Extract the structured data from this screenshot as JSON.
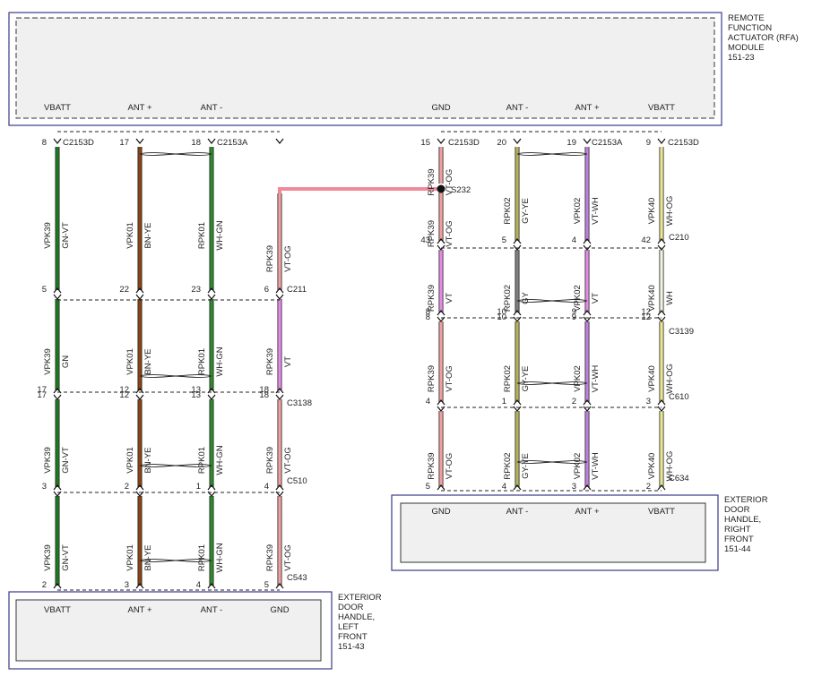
{
  "modules": {
    "rfa": [
      "REMOTE",
      "FUNCTION",
      "ACTUATOR (RFA)",
      "MODULE",
      "151-23"
    ],
    "rf": [
      "EXTERIOR",
      "DOOR",
      "HANDLE,",
      "RIGHT",
      "FRONT",
      "151-44"
    ],
    "lf": [
      "EXTERIOR",
      "DOOR",
      "HANDLE,",
      "LEFT",
      "FRONT",
      "151-43"
    ]
  },
  "colors": {
    "GN-VT": "#1f7a1f",
    "GN": "#1f7a1f",
    "BN-YE": "#8b4513",
    "WH-GN": "#2e8b2e",
    "VT-OG": "#f0a0a0",
    "VT": "#e58be5",
    "GY-YE": "#b5b55a",
    "GY": "#808080",
    "VT-WH": "#c080e0",
    "WH-OG": "#e8e890",
    "WH": "#f2f2e0",
    "splice": "#f08a9a"
  },
  "pins": {
    "rfa": [
      "VBATT",
      "ANT +",
      "ANT -",
      "GND",
      "ANT -",
      "ANT +",
      "VBATT"
    ],
    "rf": [
      "GND",
      "ANT -",
      "ANT +",
      "VBATT"
    ],
    "lf": [
      "VBATT",
      "ANT +",
      "ANT -",
      "GND"
    ]
  },
  "connectors": {
    "c2153d_l": "C2153D",
    "c2153a_l": "C2153A",
    "c2153d_r": "C2153D",
    "c2153a_r": "C2153A",
    "c2153d_r2": "C2153D",
    "s232": "S232",
    "c210": "C210",
    "c211": "C211",
    "c3139": "C3139",
    "c3138": "C3138",
    "c610": "C610",
    "c510": "C510",
    "c634": "C634",
    "c543": "C543"
  },
  "left_wires": [
    {
      "circuit": "VPK39",
      "segs": [
        {
          "pin_top": "8",
          "pin_bot": "5",
          "color": "GN-VT",
          "label": "GN-VT"
        },
        {
          "pin_top": "",
          "pin_bot": "17",
          "color": "GN",
          "label": "GN"
        },
        {
          "pin_top": "17",
          "pin_bot": "3",
          "color": "GN-VT",
          "label": "GN-VT"
        },
        {
          "pin_top": "",
          "pin_bot": "2",
          "color": "GN-VT",
          "label": "GN-VT"
        }
      ]
    },
    {
      "circuit": "VPK01",
      "segs": [
        {
          "pin_top": "17",
          "pin_bot": "22",
          "color": "BN-YE",
          "label": "BN-YE"
        },
        {
          "pin_top": "",
          "pin_bot": "12",
          "color": "BN-YE",
          "label": "BN-YE"
        },
        {
          "pin_top": "12",
          "pin_bot": "2",
          "color": "BN-YE",
          "label": "BN-YE"
        },
        {
          "pin_top": "",
          "pin_bot": "3",
          "color": "BN-YE",
          "label": "BN-YE"
        }
      ]
    },
    {
      "circuit": "RPK01",
      "segs": [
        {
          "pin_top": "18",
          "pin_bot": "23",
          "color": "WH-GN",
          "label": "WH-GN"
        },
        {
          "pin_top": "",
          "pin_bot": "13",
          "color": "WH-GN",
          "label": "WH-GN"
        },
        {
          "pin_top": "13",
          "pin_bot": "1",
          "color": "WH-GN",
          "label": "WH-GN"
        },
        {
          "pin_top": "",
          "pin_bot": "4",
          "color": "WH-GN",
          "label": "WH-GN"
        }
      ]
    },
    {
      "circuit": "RPK39",
      "segs": [
        {
          "pin_top": "",
          "pin_bot": "6",
          "color": "VT-OG",
          "label": "VT-OG"
        },
        {
          "pin_top": "",
          "pin_bot": "18",
          "color": "VT",
          "label": "VT"
        },
        {
          "pin_top": "18",
          "pin_bot": "4",
          "color": "VT-OG",
          "label": "VT-OG"
        },
        {
          "pin_top": "",
          "pin_bot": "5",
          "color": "VT-OG",
          "label": "VT-OG"
        }
      ]
    }
  ],
  "right_wires": [
    {
      "circuit": "RPK39",
      "segs": [
        {
          "pin_top": "15",
          "pin_bot": "",
          "color": "VT-OG",
          "label": "VT-OG"
        },
        {
          "pin_top": "",
          "pin_bot": "43",
          "color": "VT-OG",
          "label": "VT-OG"
        },
        {
          "pin_top": "",
          "pin_bot": "8",
          "color": "VT",
          "label": "VT"
        },
        {
          "pin_top": "8",
          "pin_bot": "4",
          "color": "VT-OG",
          "label": "VT-OG"
        },
        {
          "pin_top": "",
          "pin_bot": "5",
          "color": "VT-OG",
          "label": "VT-OG"
        }
      ]
    },
    {
      "circuit": "RPK02",
      "segs": [
        {
          "pin_top": "20",
          "pin_bot": "5",
          "color": "GY-YE",
          "label": "GY-YE"
        },
        {
          "pin_top": "",
          "pin_bot": "10",
          "color": "GY",
          "label": "GY"
        },
        {
          "pin_top": "10",
          "pin_bot": "1",
          "color": "GY-YE",
          "label": "GY-YE"
        },
        {
          "pin_top": "",
          "pin_bot": "4",
          "color": "GY-YE",
          "label": "GY-YE"
        }
      ]
    },
    {
      "circuit": "VPK02",
      "segs": [
        {
          "pin_top": "19",
          "pin_bot": "4",
          "color": "VT-WH",
          "label": "VT-WH"
        },
        {
          "pin_top": "",
          "pin_bot": "9",
          "color": "VT",
          "label": "VT"
        },
        {
          "pin_top": "9",
          "pin_bot": "2",
          "color": "VT-WH",
          "label": "VT-WH"
        },
        {
          "pin_top": "",
          "pin_bot": "3",
          "color": "VT-WH",
          "label": "VT-WH"
        }
      ]
    },
    {
      "circuit": "VPK40",
      "segs": [
        {
          "pin_top": "9",
          "pin_bot": "42",
          "color": "WH-OG",
          "label": "WH-OG"
        },
        {
          "pin_top": "",
          "pin_bot": "12",
          "color": "WH",
          "label": "WH"
        },
        {
          "pin_top": "12",
          "pin_bot": "3",
          "color": "WH-OG",
          "label": "WH-OG"
        },
        {
          "pin_top": "",
          "pin_bot": "2",
          "color": "WH-OG",
          "label": "WH-OG"
        }
      ]
    }
  ]
}
